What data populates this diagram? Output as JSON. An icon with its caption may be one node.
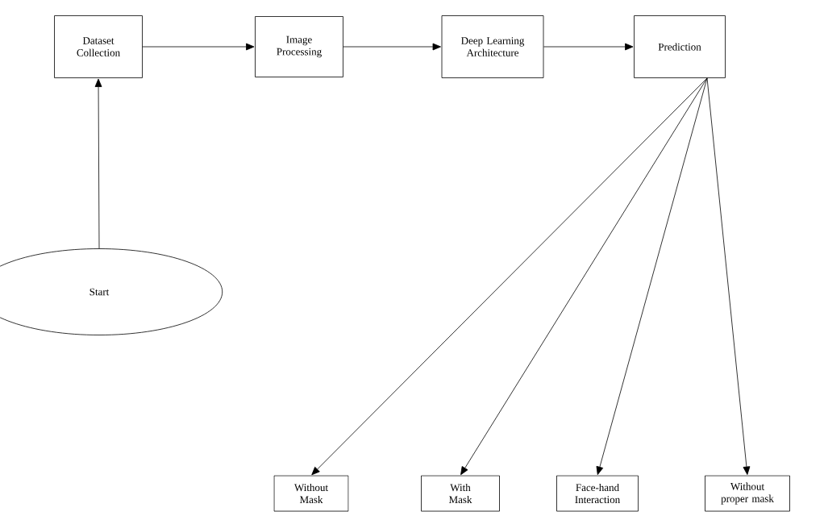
{
  "diagram": {
    "nodes": [
      {
        "text": [
          "Dataset Collection"
        ]
      },
      {
        "text": [
          "Image Processing"
        ]
      },
      {
        "text": [
          "Deep Learning Architecture"
        ]
      },
      {
        "text": [
          "Prediction"
        ]
      },
      {
        "text": [
          "Start"
        ]
      },
      {
        "text": [
          "Without Mask"
        ]
      },
      {
        "text": [
          "With Mask"
        ]
      },
      {
        "text": [
          "Face-hand Interaction"
        ]
      },
      {
        "text": [
          "Without proper mask"
        ]
      }
    ],
    "edges": [
      {
        "from": 4,
        "to": 0,
        "arrow": "to"
      },
      {
        "from": 0,
        "to": 1,
        "arrow": "to"
      },
      {
        "from": 1,
        "to": 2,
        "arrow": "to"
      },
      {
        "from": 2,
        "to": 3,
        "arrow": "to"
      },
      {
        "from": 3,
        "to": 5,
        "arrow": "to"
      },
      {
        "from": 3,
        "to": 6,
        "arrow": "to"
      },
      {
        "from": 3,
        "to": 7,
        "arrow": "to"
      },
      {
        "from": 3,
        "to": 8,
        "arrow": "to"
      }
    ]
  }
}
